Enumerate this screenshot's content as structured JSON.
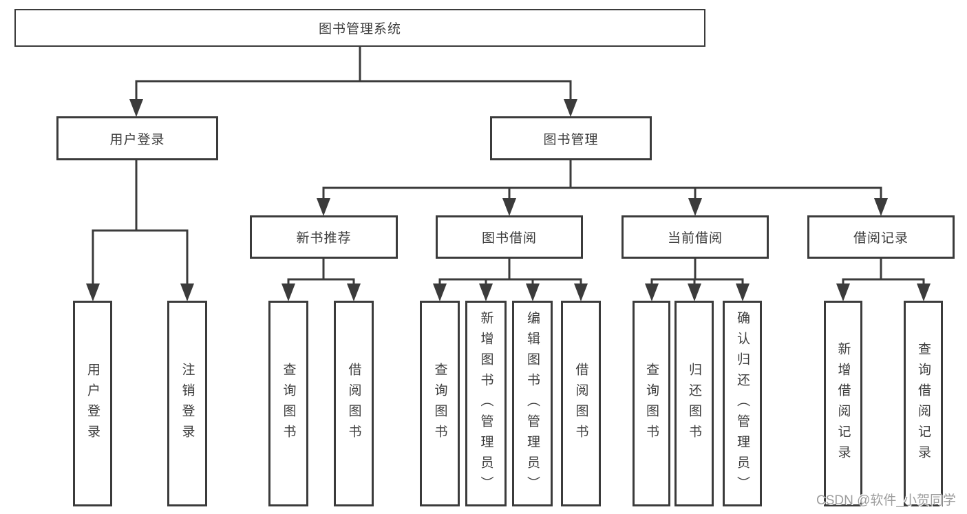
{
  "colors": {
    "line": "#3b3b3b",
    "box_border": "#3b3b3b",
    "text": "#3d3d3d",
    "background": "#ffffff",
    "watermark": "#9d9d9d"
  },
  "nodes": {
    "root": {
      "label": "图书管理系统"
    },
    "user_login": {
      "label": "用户登录"
    },
    "book_mgmt": {
      "label": "图书管理"
    },
    "new_book_rec": {
      "label": "新书推荐"
    },
    "book_borrow": {
      "label": "图书借阅"
    },
    "current_borrow": {
      "label": "当前借阅"
    },
    "borrow_record": {
      "label": "借阅记录"
    },
    "leaf_user_login": {
      "label": "用户登录"
    },
    "leaf_logout": {
      "label": "注销登录"
    },
    "leaf_query_book_1": {
      "label": "查询图书"
    },
    "leaf_borrow_book_1": {
      "label": "借阅图书"
    },
    "leaf_query_book_2": {
      "label": "查询图书"
    },
    "leaf_add_book": {
      "label": "新增图书（管理员）"
    },
    "leaf_edit_book": {
      "label": "编辑图书（管理员）"
    },
    "leaf_borrow_book_2": {
      "label": "借阅图书"
    },
    "leaf_query_book_3": {
      "label": "查询图书"
    },
    "leaf_return_book": {
      "label": "归还图书"
    },
    "leaf_confirm_return": {
      "label": "确认归还（管理员）"
    },
    "leaf_add_record": {
      "label": "新增借阅记录"
    },
    "leaf_query_record": {
      "label": "查询借阅记录"
    }
  },
  "tree": {
    "图书管理系统": {
      "用户登录": [
        "用户登录",
        "注销登录"
      ],
      "图书管理": {
        "新书推荐": [
          "查询图书",
          "借阅图书"
        ],
        "图书借阅": [
          "查询图书",
          "新增图书（管理员）",
          "编辑图书（管理员）",
          "借阅图书"
        ],
        "当前借阅": [
          "查询图书",
          "归还图书",
          "确认归还（管理员）"
        ],
        "借阅记录": [
          "新增借阅记录",
          "查询借阅记录"
        ]
      }
    }
  },
  "watermark": {
    "text": "CSDN @软件_小贺同学"
  }
}
